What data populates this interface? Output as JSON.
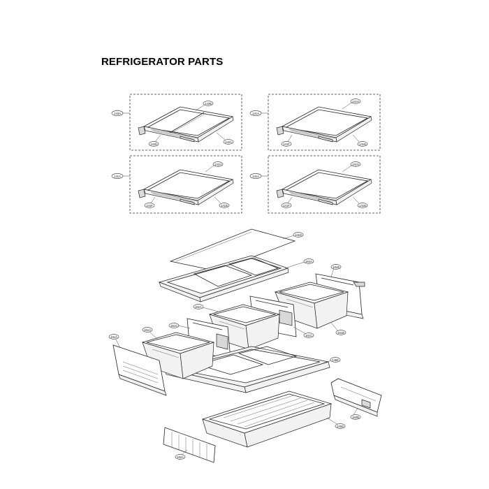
{
  "title": "REFRIGERATOR PARTS",
  "boxes": [
    {
      "main": "143A",
      "parts": [
        "142B",
        "142D",
        "142A"
      ]
    },
    {
      "main": "141A",
      "parts": [
        "141H",
        "141F",
        "141B"
      ]
    },
    {
      "main": "141A",
      "parts": [
        "141H",
        "141F",
        "141B"
      ]
    },
    {
      "main": "141A",
      "parts": [
        "141H",
        "141F",
        "141B"
      ]
    }
  ],
  "callouts": {
    "c141D": "141D",
    "c154A": "154A",
    "c161B_top": "161B",
    "c151C": "151C",
    "c161C_mid": "161C",
    "c161C_right": "161C",
    "c151B": "151B",
    "c151A": "151A",
    "c161A": "161A",
    "c146E": "146E",
    "c145D": "145D",
    "c163B": "163B",
    "c162A": "162A"
  }
}
